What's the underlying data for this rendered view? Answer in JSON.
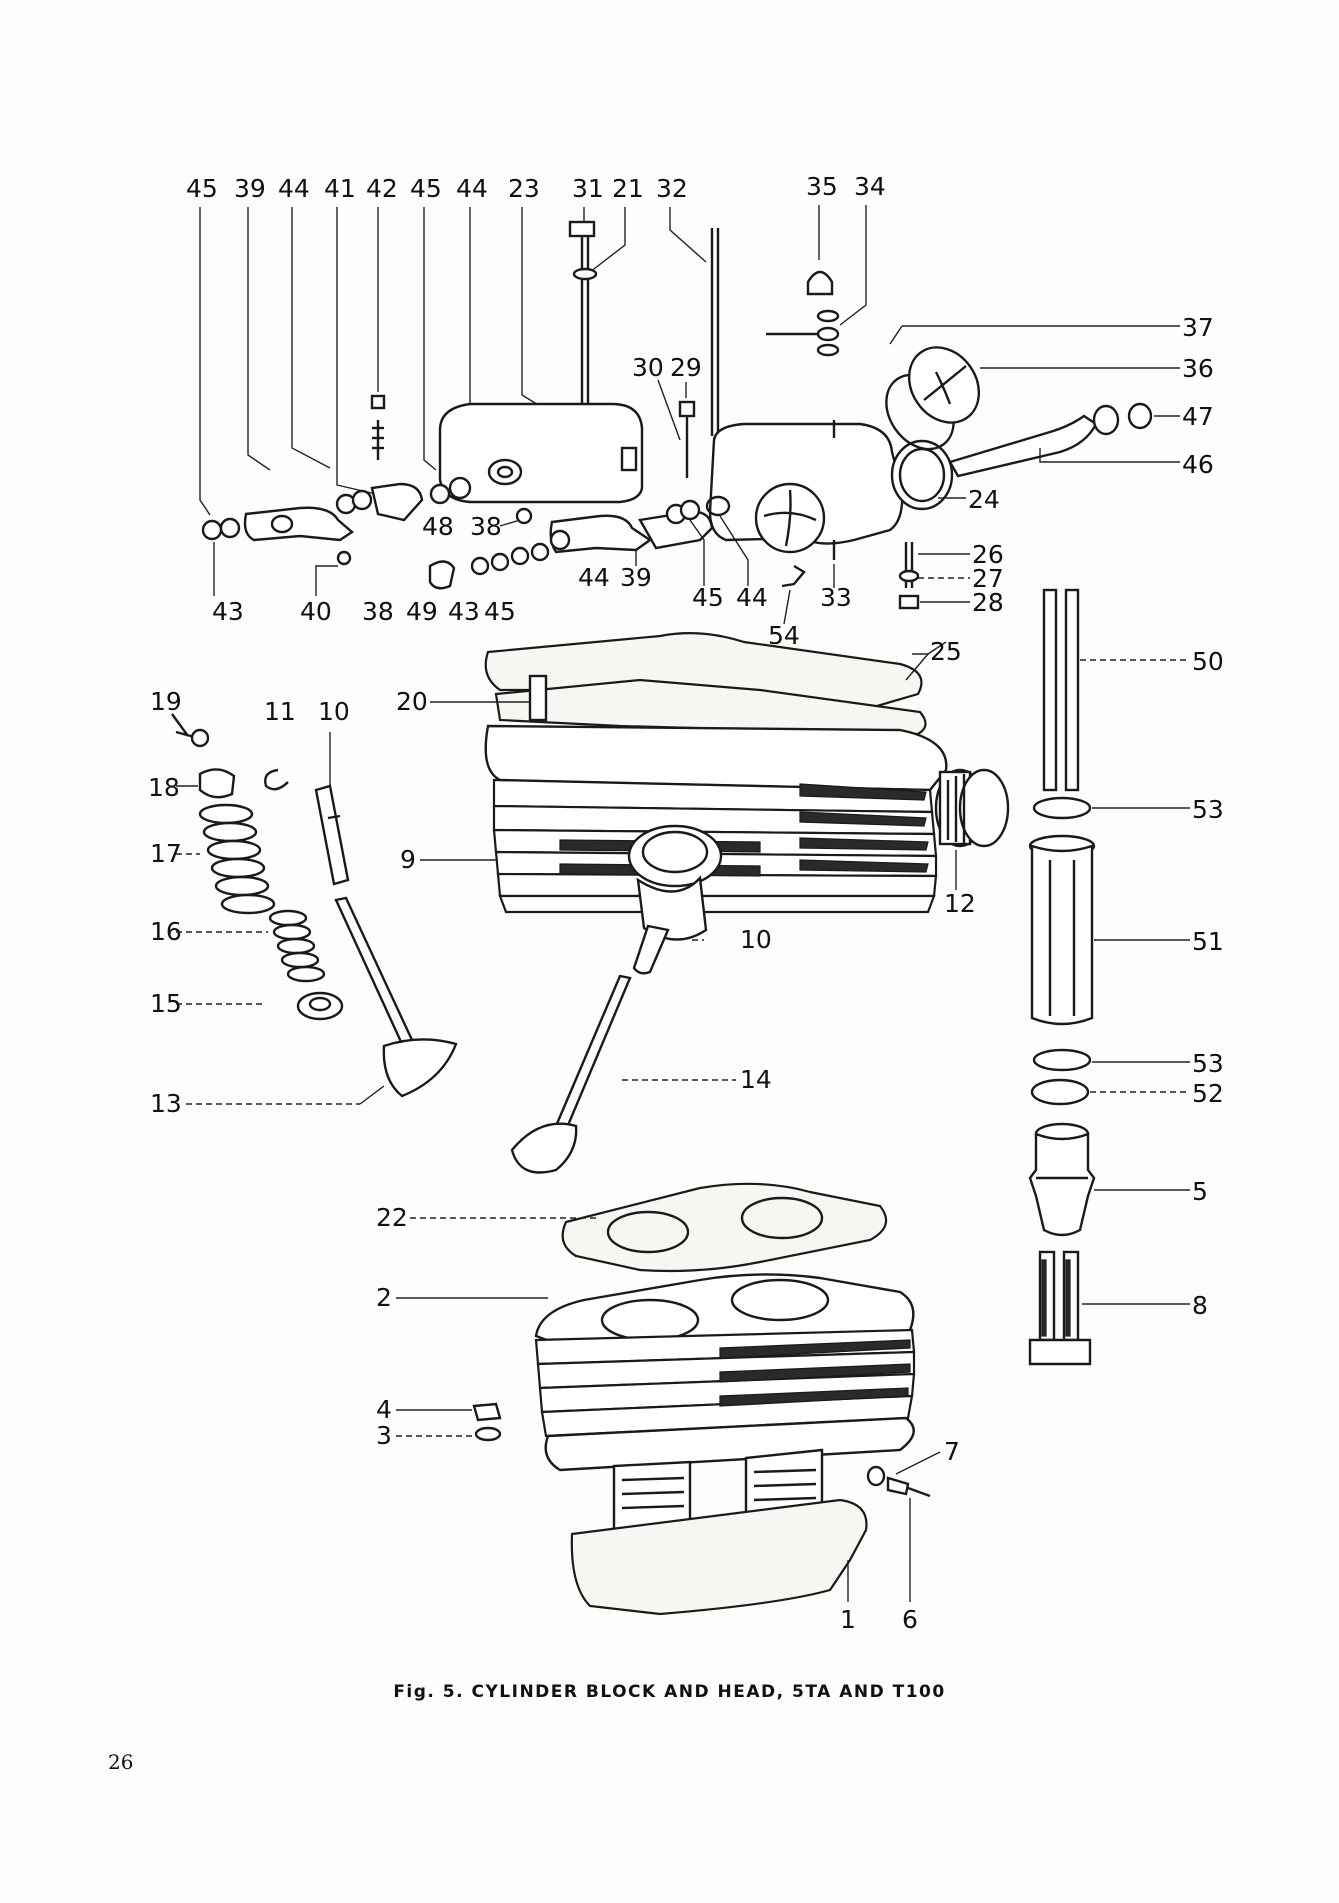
{
  "figure": {
    "caption": "Fig. 5.  CYLINDER BLOCK AND HEAD, 5TA AND T100",
    "page_number": "26"
  },
  "callouts": {
    "c1": "1",
    "c2": "2",
    "c3": "3",
    "c4": "4",
    "c5": "5",
    "c6": "6",
    "c7": "7",
    "c8": "8",
    "c9": "9",
    "c10a": "10",
    "c10b": "10",
    "c11": "11",
    "c12": "12",
    "c13": "13",
    "c14": "14",
    "c15": "15",
    "c16": "16",
    "c17": "17",
    "c18": "18",
    "c19": "19",
    "c20": "20",
    "c21": "21",
    "c22": "22",
    "c23": "23",
    "c24": "24",
    "c25": "25",
    "c26": "26",
    "c27": "27",
    "c28": "28",
    "c29": "29",
    "c30": "30",
    "c31": "31",
    "c32": "32",
    "c33": "33",
    "c34": "34",
    "c35": "35",
    "c36": "36",
    "c37": "37",
    "c38a": "38",
    "c38b": "38",
    "c39a": "39",
    "c39b": "39",
    "c40": "40",
    "c41": "41",
    "c42": "42",
    "c43a": "43",
    "c43b": "43",
    "c44a": "44",
    "c44b": "44",
    "c44c": "44",
    "c44d": "44",
    "c45a": "45",
    "c45b": "45",
    "c45c": "45",
    "c45d": "45",
    "c46": "46",
    "c47": "47",
    "c48": "48",
    "c49": "49",
    "c50": "50",
    "c51": "51",
    "c52": "52",
    "c53a": "53",
    "c53b": "53",
    "c54": "54"
  }
}
